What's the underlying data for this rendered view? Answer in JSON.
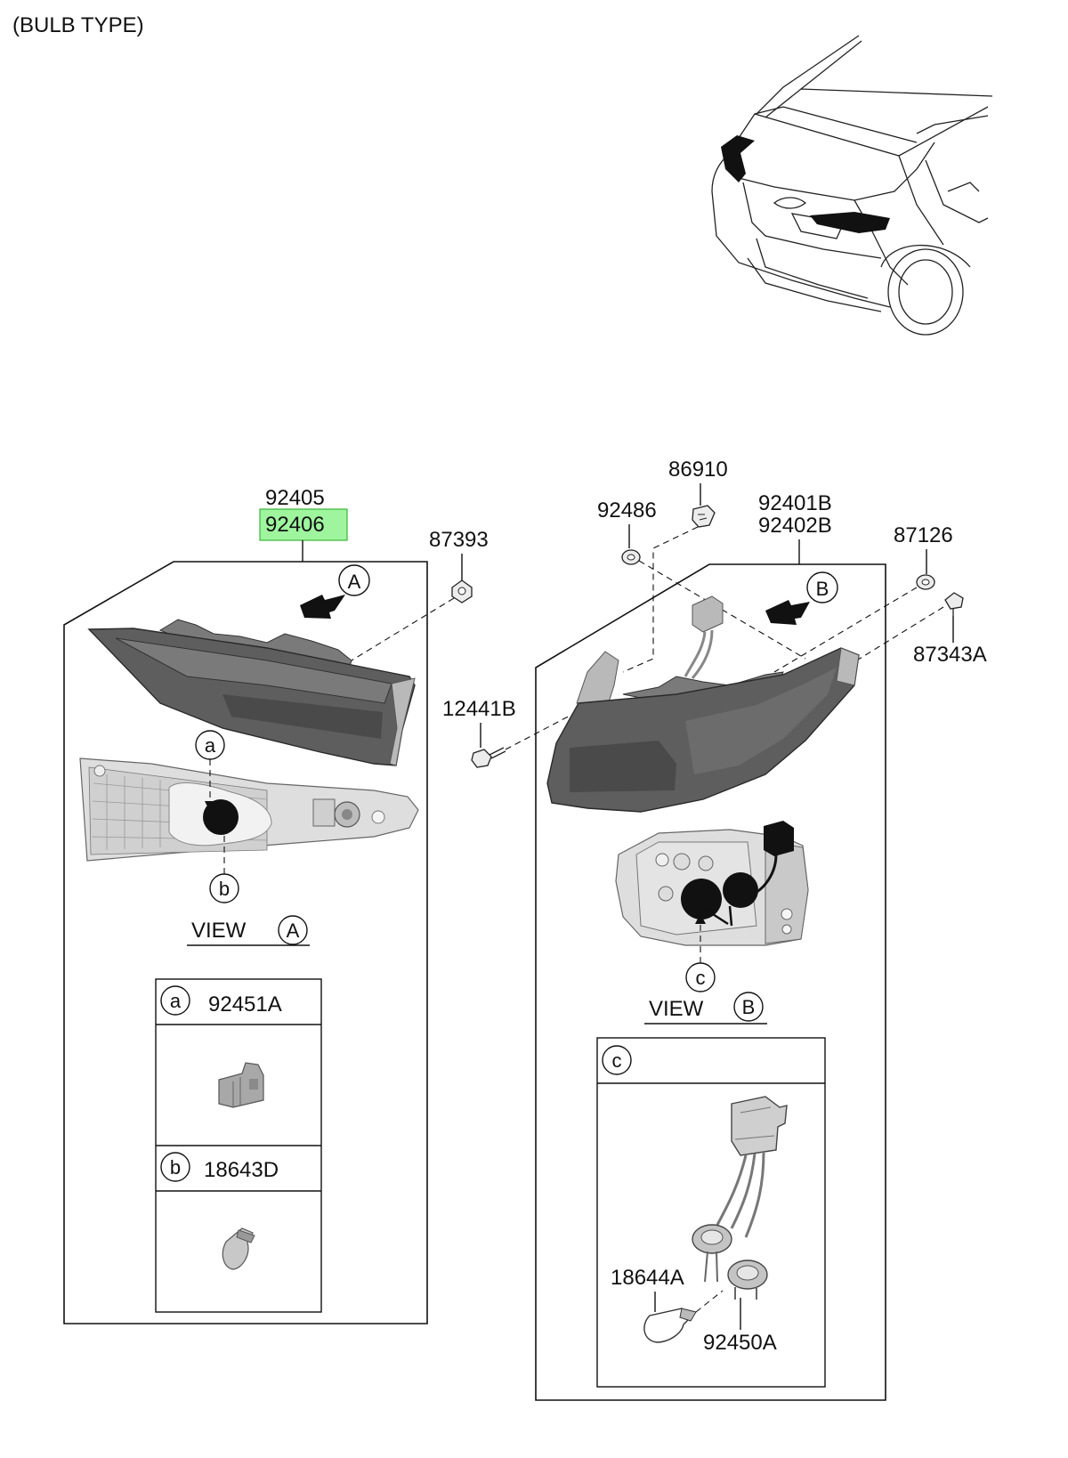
{
  "title": "(BULB TYPE)",
  "accent_color": "#9ef59e",
  "parts": {
    "lh_inner_lamp": "92405",
    "rh_inner_lamp": "92406",
    "lh_outer_lamp": "92401B",
    "rh_outer_lamp": "92402B",
    "nut_87393": "87393",
    "screw_86910": "86910",
    "clip_92486": "92486",
    "nut_87126": "87126",
    "screw_87343A": "87343A",
    "bolt_12441B": "12441B",
    "socket_92451A": "92451A",
    "bulb_18643D": "18643D",
    "bulb_18644A": "18644A",
    "socket_92450A": "92450A"
  },
  "callouts": {
    "view_a_marker": "A",
    "view_b_marker": "B",
    "a": "a",
    "b": "b",
    "c": "c"
  },
  "views": {
    "view_word": "VIEW",
    "view_a_letter": "A",
    "view_b_letter": "B"
  },
  "legend_a": {
    "a_letter": "a",
    "a_part": "92451A",
    "b_letter": "b",
    "b_part": "18643D"
  },
  "legend_c": {
    "c_letter": "c"
  }
}
